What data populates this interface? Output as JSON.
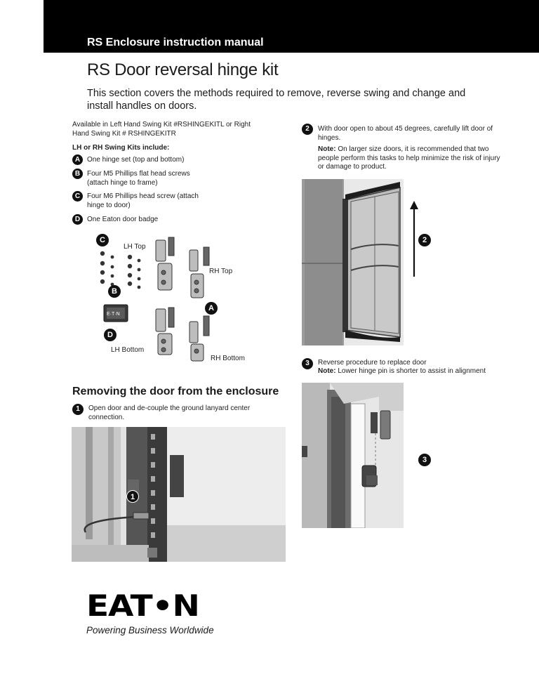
{
  "header": {
    "title": "RS Enclosure instruction manual"
  },
  "page_title": "RS Door reversal hinge kit",
  "intro": "This section covers the methods required to remove, reverse swing and change and install handles on doors.",
  "availability": "Available in Left Hand Swing Kit #RSHINGEKITL or Right Hand Swing Kit # RSHINGEKITR",
  "kits": {
    "heading": "LH or RH Swing Kits include:",
    "items": [
      {
        "letter": "A",
        "text": "One hinge set (top and bottom)"
      },
      {
        "letter": "B",
        "text": "Four M5 Phillips flat head screws (attach hinge to frame)"
      },
      {
        "letter": "C",
        "text": "Four M6 Phillips head screw (attach hinge to door)"
      },
      {
        "letter": "D",
        "text": "One Eaton door badge"
      }
    ]
  },
  "parts_figure": {
    "labels": {
      "lh_top": "LH Top",
      "rh_top": "RH Top",
      "lh_bottom": "LH Bottom",
      "rh_bottom": "RH Bottom"
    },
    "callouts": {
      "c": "C",
      "b": "B",
      "a": "A",
      "d": "D"
    },
    "badge_text": "E·T·N"
  },
  "section": {
    "title": "Removing the door from the enclosure"
  },
  "steps": [
    {
      "number": "1",
      "text": "Open door and de-couple the ground lanyard center connection."
    },
    {
      "number": "2",
      "text": "With door open to about 45 degrees, carefully lift door of hinges.",
      "note_label": "Note:",
      "note": " On larger size doors, it is recommended that two people perform this tasks to help minimize the risk of injury or damage to product."
    },
    {
      "number": "3",
      "text": "Reverse procedure to replace door",
      "note_label": "Note:",
      "note": " Lower hinge pin is shorter to assist in alignment"
    }
  ],
  "logo": {
    "wordmark": "EAT•N",
    "tagline": "Powering Business Worldwide"
  }
}
